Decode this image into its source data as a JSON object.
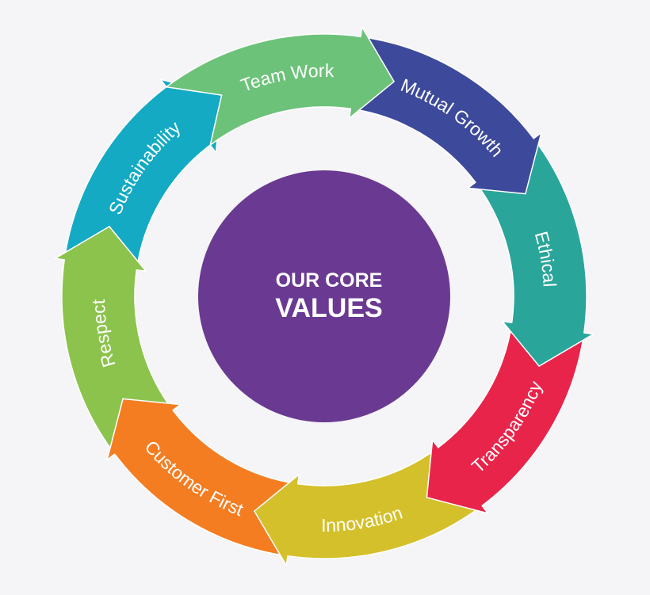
{
  "center": {
    "line1": "OUR CORE",
    "line2": "VALUES",
    "color": "#6a3a92"
  },
  "values": [
    {
      "label": "Team Work",
      "color": "#6dc27a"
    },
    {
      "label": "Mutual Growth",
      "color": "#3d4a9b"
    },
    {
      "label": "Ethical",
      "color": "#2aa59a"
    },
    {
      "label": "Transparency",
      "color": "#e8244a"
    },
    {
      "label": "Innovation",
      "color": "#d4c02a"
    },
    {
      "label": "Customer First",
      "color": "#f47d22"
    },
    {
      "label": "Respect",
      "color": "#8cc34c"
    },
    {
      "label": "Sustainability",
      "color": "#14aac4"
    }
  ],
  "background": "#f5f5f7"
}
